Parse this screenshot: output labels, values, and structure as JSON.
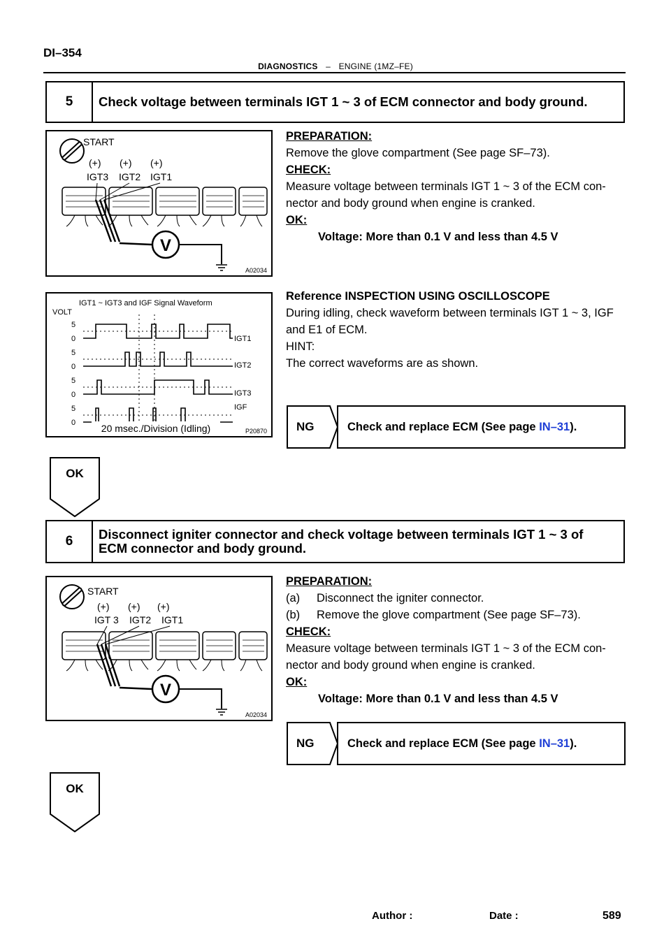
{
  "header": {
    "page_id": "DI–354",
    "section": "DIAGNOSTICS",
    "separator": "–",
    "subsection": "ENGINE (1MZ–FE)"
  },
  "step5": {
    "number": "5",
    "title": "Check voltage between terminals IGT 1 ~ 3 of ECM connector and body ground.",
    "figure": {
      "start": "START",
      "plus": [
        "(+)",
        "(+)",
        "(+)"
      ],
      "terminals": [
        "IGT3",
        "IGT2",
        "IGT1"
      ],
      "meter": "V",
      "code": "A02034"
    },
    "prep_label": "PREPARATION:",
    "prep_text": "Remove the glove compartment (See page SF–73).",
    "check_label": "CHECK:",
    "check_text": "Measure voltage between terminals IGT 1 ~ 3 of the ECM con- nector and body ground when engine is cranked.",
    "ok_label": "OK:",
    "ok_text": "Voltage:  More than 0.1 V and less than 4.5 V",
    "ref_title": "Reference INSPECTION USING OSCILLOSCOPE",
    "ref_text": "During idling, check waveform between terminals IGT 1 ~ 3, IGF and E1 of ECM.",
    "hint_label": "HINT:",
    "hint_text": "The correct waveforms are as shown.",
    "ng": {
      "label": "NG",
      "text_before": "Check and replace ECM (See page ",
      "link": "IN–31",
      "text_after": ")."
    },
    "ok_flow": "OK"
  },
  "waveform": {
    "title": "IGT1 ~ IGT3 and IGF Signal Waveform",
    "ylabel": "VOLT",
    "yticks": [
      "5",
      "0",
      "5",
      "0",
      "5",
      "0",
      "5",
      "0"
    ],
    "signals": [
      "IGT1",
      "IGT2",
      "IGT3",
      "IGF"
    ],
    "xlabel": "20 msec./Division (Idling)",
    "code": "P20870"
  },
  "step6": {
    "number": "6",
    "title_line1": "Disconnect igniter connector and check voltage between terminals IGT 1 ~ 3 of",
    "title_line2": "ECM connector and body ground.",
    "figure": {
      "start": "START",
      "plus": [
        "(+)",
        "(+)",
        "(+)"
      ],
      "terminals": [
        "IGT 3",
        "IGT2",
        "IGT1"
      ],
      "meter": "V",
      "code": "A02034"
    },
    "prep_label": "PREPARATION:",
    "prep_a_tag": "(a)",
    "prep_a": "Disconnect the igniter connector.",
    "prep_b_tag": "(b)",
    "prep_b": "Remove the glove compartment (See page SF–73).",
    "check_label": "CHECK:",
    "check_text": "Measure voltage between terminals IGT 1 ~ 3 of the ECM con- nector and body ground when engine is cranked.",
    "ok_label": "OK:",
    "ok_text": "Voltage:  More than 0.1 V and less than 4.5 V",
    "ng": {
      "label": "NG",
      "text_before": "Check and replace ECM (See page ",
      "link": "IN–31",
      "text_after": ")."
    },
    "ok_flow": "OK"
  },
  "footer": {
    "author_label": "Author :",
    "date_label": "Date :",
    "page_number": "589"
  }
}
